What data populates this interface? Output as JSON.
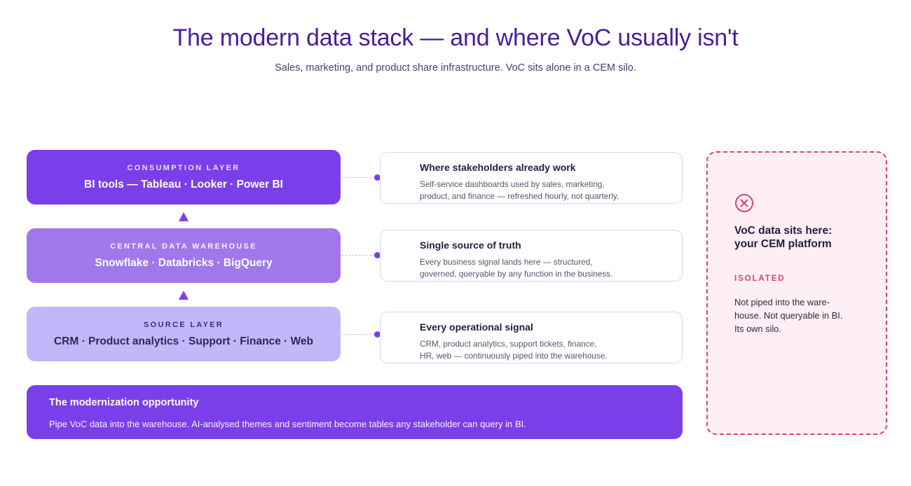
{
  "header": {
    "title": "The modern data stack — and where VoC usually isn't",
    "subtitle": "Sales, marketing, and product share infrastructure. VoC sits alone in a CEM silo."
  },
  "stack": {
    "layers": [
      {
        "label": "CONSUMPTION LAYER",
        "title": "BI tools — Tableau · Looker · Power BI"
      },
      {
        "label": "CENTRAL DATA WAREHOUSE",
        "title": "Snowflake · Databricks · BigQuery"
      },
      {
        "label": "SOURCE LAYER",
        "title": "CRM · Product analytics · Support · Finance · Web"
      }
    ],
    "arrow_icon": "arrow-up-icon"
  },
  "callouts": [
    {
      "title": "Where stakeholders already work",
      "body": "Self-service dashboards used by sales, marketing,\nproduct, and finance — refreshed hourly, not quarterly."
    },
    {
      "title": "Single source of truth",
      "body": "Every business signal lands here — structured,\ngoverned, queryable by any function in the business."
    },
    {
      "title": "Every operational signal",
      "body": "CRM, product analytics, support tickets, finance,\nHR, web — continuously piped into the warehouse."
    }
  ],
  "isolated": {
    "icon": "circle-x-icon",
    "title": "VoC data sits here:\nyour CEM platform",
    "tag": "ISOLATED",
    "body": "Not piped into the ware-\nhouse. Not queryable in BI.\nIts own silo."
  },
  "banner": {
    "title": "The modernization opportunity",
    "body": "Pipe VoC data into the warehouse. AI-analysed themes and sentiment become tables any stakeholder can query in BI."
  },
  "colors": {
    "title_purple": "#4B1C9B",
    "layer_top": "#7B3FEA",
    "layer_mid": "#A078EC",
    "layer_bottom": "#C3B6F9",
    "card_border": "#D9D2F5",
    "isolated_border": "#E0416B",
    "isolated_bg": "#FDEFF3",
    "banner_bg": "#7B3FEA"
  }
}
